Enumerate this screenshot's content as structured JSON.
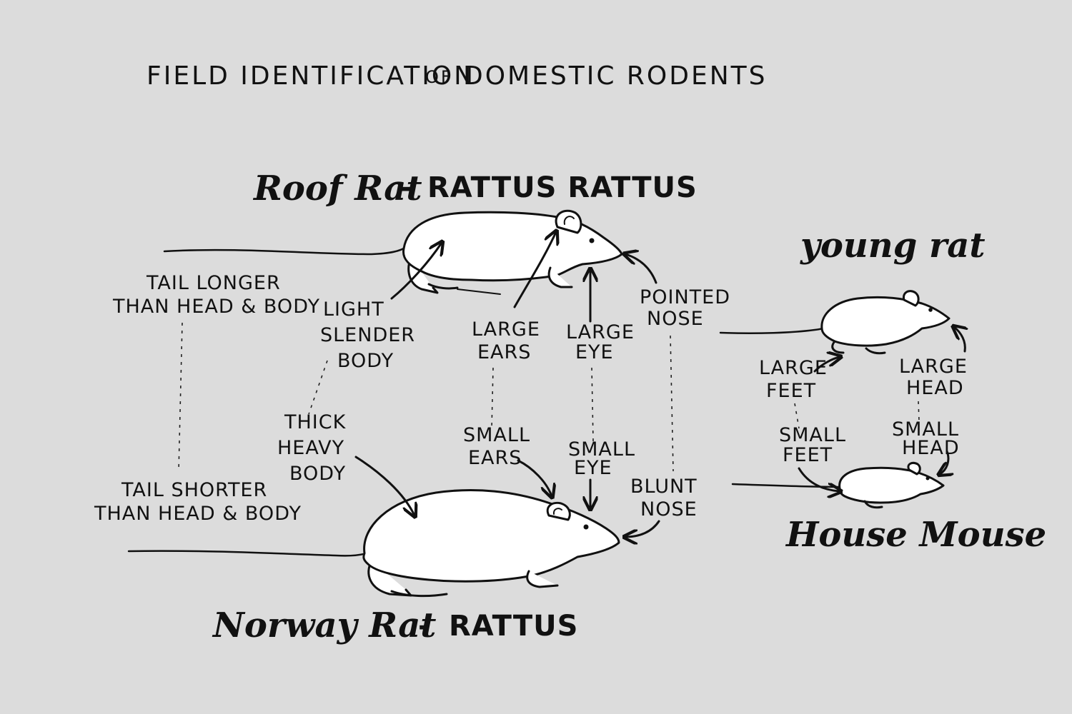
{
  "title": {
    "part1": "FIELD IDENTIFICATION",
    "part2": "OF",
    "part3": "DOMESTIC RODENTS"
  },
  "roof_rat": {
    "name": "Roof Rat",
    "separator": "-",
    "scientific": "RATTUS RATTUS"
  },
  "norway_rat": {
    "name": "Norway Rat",
    "separator": "-",
    "scientific": "RATTUS"
  },
  "young_rat": {
    "name": "young rat"
  },
  "house_mouse": {
    "name": "House Mouse"
  },
  "labels": {
    "tail_longer": [
      "TAIL LONGER",
      "THAN HEAD & BODY"
    ],
    "light_slender_body": [
      "LIGHT",
      "SLENDER",
      "BODY"
    ],
    "large_ears": [
      "LARGE",
      "EARS"
    ],
    "large_eye": [
      "LARGE",
      "EYE"
    ],
    "pointed_nose": [
      "POINTED",
      "NOSE"
    ],
    "thick_heavy_body": [
      "THICK",
      "HEAVY",
      "BODY"
    ],
    "small_ears": [
      "SMALL",
      "EARS"
    ],
    "small_eye": [
      "SMALL",
      "EYE"
    ],
    "blunt_nose": [
      "BLUNT",
      "NOSE"
    ],
    "tail_shorter": [
      "TAIL SHORTER",
      "THAN HEAD & BODY"
    ],
    "large_feet": [
      "LARGE",
      "FEET"
    ],
    "large_head": [
      "LARGE",
      "HEAD"
    ],
    "small_feet": [
      "SMALL",
      "FEET"
    ],
    "small_head": [
      "SMALL",
      "HEAD"
    ]
  }
}
